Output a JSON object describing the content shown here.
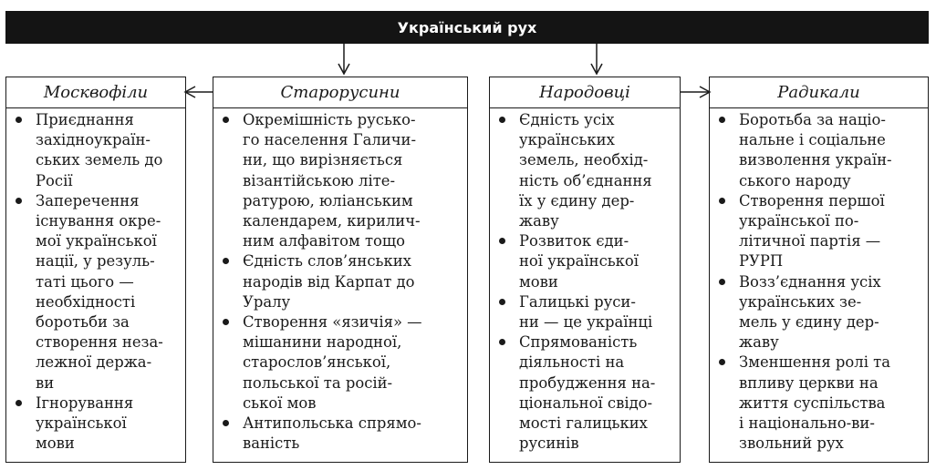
{
  "title": "Український рух",
  "columns": [
    {
      "id": "moskvofily",
      "header": "Москвофіли",
      "items": [
        "Приєднання\nзахідноукраїн-\nських земель до\nРосії",
        "Заперечення\nіснування окре-\nмої української\nнації, у резуль-\nтаті цього —\nнеобхідності\nборотьби за\nстворення неза-\nлежної держа-\nви",
        "Ігнорування\nукраїнської\nмови"
      ]
    },
    {
      "id": "starorusyny",
      "header": "Старорусини",
      "items": [
        "Окремішність русько-\nго населення Галичи-\nни, що вирізняється\nвізантійською літе-\nратурою, юліанським\nкалендарем, кирилич-\nним алфавітом тощо",
        "Єдність слов’янських\nнародів від Карпат до\nУралу",
        "Створення «язичія» —\nмішанини народної,\nстарослов’янської,\nпольської та росій-\nської мов",
        "Антипольська спрямо-\nваність"
      ]
    },
    {
      "id": "narodovtsi",
      "header": "Народовці",
      "items": [
        "Єдність усіх\nукраїнських\nземель, необхід-\nність об’єднання\nїх у єдину дер-\nжаву",
        "Розвиток єди-\nної української\nмови",
        "Галицькі руси-\nни — це українці",
        "Спрямованість\nдіяльності на\nпробудження на-\nціональної свідо-\nмості галицьких\nрусинів"
      ]
    },
    {
      "id": "radykaly",
      "header": "Радикали",
      "items": [
        "Боротьба за націо-\nнальне і соціальне\nвизволення україн-\nського народу",
        "Створення першої\nукраїнської по-\nлітичної партія —\nРУРП",
        "Возз’єднання усіх\nукраїнських зе-\nмель у єдину дер-\nжаву",
        "Зменшення ролі та\nвпливу церкви на\nжиття суспільства\nі національно-ви-\nзвольний рух"
      ]
    }
  ]
}
